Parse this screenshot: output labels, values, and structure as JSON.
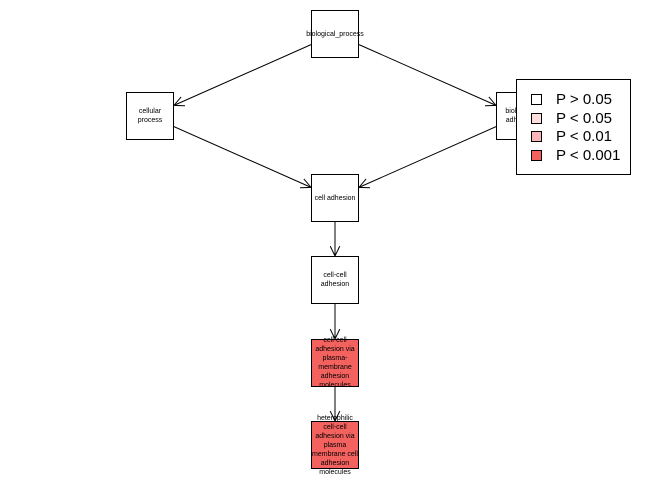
{
  "colors": {
    "none": "#ffffff",
    "p05": "#fde0dd",
    "p01": "#fbb4b9",
    "p001": "#f4625f"
  },
  "nodes": {
    "biological_process": {
      "label": "biological_process",
      "significance": "none"
    },
    "cellular_process": {
      "label": "cellular\nprocess",
      "significance": "none"
    },
    "biological_adhesion": {
      "label": "biological\nadhesion",
      "significance": "none"
    },
    "cell_adhesion": {
      "label": "cell adhesion",
      "significance": "none"
    },
    "cell_cell_adhesion": {
      "label": "cell-cell\nadhesion",
      "significance": "none"
    },
    "cell_cell_adhesion_via_pm": {
      "label": "cell-cell\nadhesion via\nplasma-membrane\nadhesion\nmolecules",
      "significance": "p001"
    },
    "heterophilic": {
      "label": "heterophilic\ncell-cell\nadhesion via\nplasma\nmembrane cell\nadhesion\nmolecules",
      "significance": "p001"
    }
  },
  "edges": [
    {
      "from": "biological_process",
      "to": "cellular_process"
    },
    {
      "from": "biological_process",
      "to": "biological_adhesion"
    },
    {
      "from": "cellular_process",
      "to": "cell_adhesion"
    },
    {
      "from": "biological_adhesion",
      "to": "cell_adhesion"
    },
    {
      "from": "cell_adhesion",
      "to": "cell_cell_adhesion"
    },
    {
      "from": "cell_cell_adhesion",
      "to": "cell_cell_adhesion_via_pm"
    },
    {
      "from": "cell_cell_adhesion_via_pm",
      "to": "heterophilic"
    }
  ],
  "legend": {
    "items": [
      {
        "label": "P > 0.05",
        "significance": "none"
      },
      {
        "label": "P < 0.05",
        "significance": "p05"
      },
      {
        "label": "P < 0.01",
        "significance": "p01"
      },
      {
        "label": "P < 0.001",
        "significance": "p001"
      }
    ]
  }
}
